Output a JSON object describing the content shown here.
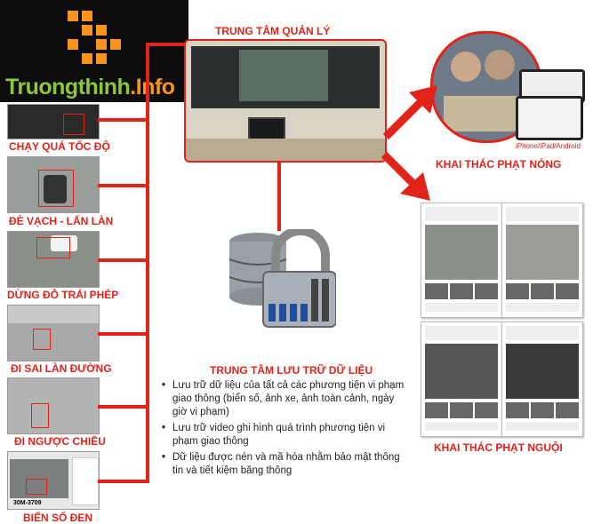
{
  "logo": {
    "text_main": "Truongthinh",
    "text_suffix": ".Info"
  },
  "center": {
    "title": "TRUNG TÂM QUẢN LÝ"
  },
  "violations": [
    {
      "label": "CHẠY QUÁ TỐC ĐỘ"
    },
    {
      "label": "ĐÈ VẠCH - LẤN LÀN"
    },
    {
      "label": "DỪNG ĐỖ TRÁI PHÉP"
    },
    {
      "label": "ĐI SAI LÀN ĐƯỜNG"
    },
    {
      "label": "ĐI NGƯỢC CHIỀU"
    },
    {
      "label": "BIỂN SỐ ĐEN"
    }
  ],
  "plate_text": "30M-3709",
  "storage": {
    "title": "TRUNG TÂM LƯU TRỮ DỮ LIỆU",
    "bullets": [
      "Lưu trữ dữ liệu của tất cả các phương tiện vi phạm giao thông (biển số, ảnh xe, ảnh toàn cảnh, ngày giờ vi phạm)",
      "Lưu trữ video ghi hình quá trình phương tiện vi phạm giao thông",
      "Dữ liệu được nén và mã hóa nhằm bảo mật thông tin và tiết kiệm băng thông"
    ]
  },
  "hot": {
    "title": "KHAI THÁC PHẠT NÓNG",
    "device_caption": "iPhone/iPad/Android"
  },
  "cold": {
    "title": "KHAI THÁC PHẠT NGUỘI"
  }
}
